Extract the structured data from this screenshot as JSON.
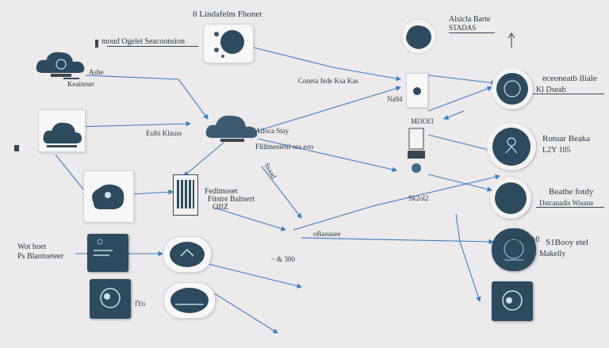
{
  "title": "8 Lindafelm Fhonet",
  "palette": {
    "node_dark": "#2e4a5e",
    "node_mid": "#3d5c72",
    "link": "#3b7dc4",
    "background": "#eceaea"
  },
  "labels": {
    "top_right": [
      "Alsicla Barte",
      "STADAS"
    ],
    "top_mid": "moud Ogelet Seacoonsion",
    "left_cloud": [
      "Ashe",
      "Keaiteser"
    ],
    "left_card": "Esibi Klauss",
    "center_cloud": "Ailoca Stay",
    "center_mid": "Fllllmenieitl ora eoo",
    "center_script": "Coneta fede Ksa Kas",
    "center_num": "Na94",
    "doc_label": [
      "Fedimoset",
      "Fitstre Baltsert",
      "OIIZ"
    ],
    "mid_right": "S6/Mtalr Ml",
    "right_1": [
      "eceoneatb lliale",
      "Kl Dseah"
    ],
    "right_2": [
      "Rotuar Beaka",
      "L2Y 105"
    ],
    "right_3": [
      "Beathe fotdy",
      "Dstcanadis Wisane"
    ],
    "right_4": [
      "S1Booy etel",
      "Makelly"
    ],
    "left_bottom": [
      "Wot hoet",
      "Ps Blaotoeteer"
    ],
    "bottom_1": "~ & 300",
    "bottom_2": "fYo",
    "arrow_notes": [
      "Ssaad",
      "Sk2ol2",
      "oBaoasee",
      "Ml3Ol3"
    ]
  },
  "icons": [
    "cloud-icon",
    "monitor-icon",
    "globe-icon",
    "shield-icon",
    "hub-icon",
    "router-icon",
    "document-icon",
    "gear-icon",
    "person-icon",
    "phone-icon"
  ]
}
